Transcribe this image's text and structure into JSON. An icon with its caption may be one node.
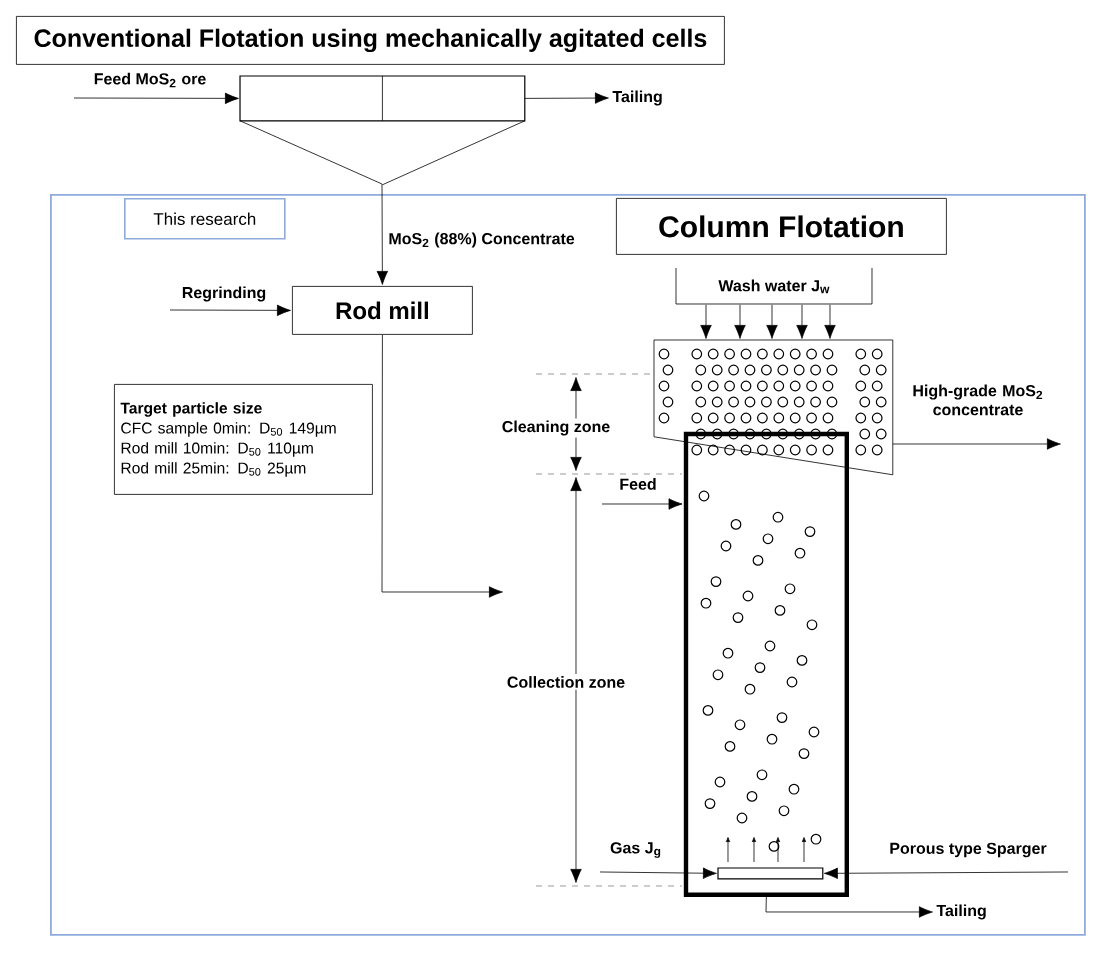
{
  "diagram": {
    "nodes": [
      {
        "text": [
          "Conventional Flotation using mechanically agitated cells"
        ]
      },
      {
        "text": [],
        "shape": "box"
      },
      {
        "text": [
          "Tailing"
        ]
      },
      {
        "text": [
          "This research"
        ]
      },
      {
        "text": [
          "Column Flotation"
        ],
        "in": 3
      },
      {
        "text": [
          "Rod mill"
        ],
        "in": 3
      },
      {
        "text": [
          "Target particle size",
          "CFC sample 0min: D$_{50}$ 149µm",
          "Rod mill 10min: D$_{50}$ 110µm",
          "Rod mill 25min: D$_{50}$ 25µm"
        ],
        "in": 3
      },
      {
        "text": [
          "Wash water J$_{w}$"
        ],
        "in": 3
      },
      {
        "text": [],
        "shape": "trapezoid",
        "in": 3
      },
      {
        "text": [],
        "shape": "box",
        "in": 3
      },
      {
        "text": [],
        "shape": "bar",
        "in": 9
      },
      {
        "text": [
          "Tailing"
        ],
        "in": 3
      }
    ],
    "edges": [
      {
        "from": null,
        "to": 1,
        "arrow": "to",
        "label": "Feed MoS$_{2}$ ore"
      },
      {
        "from": 1,
        "to": 2,
        "arrow": "to"
      },
      {
        "from": 1,
        "to": 5,
        "arrow": "to",
        "label": "MoS$_{2}$ (88%) Concentrate"
      },
      {
        "from": null,
        "to": 5,
        "arrow": "to",
        "label": "Regrinding"
      },
      {
        "from": 5,
        "to": null,
        "arrow": "to"
      },
      {
        "from": 7,
        "to": 8,
        "arrow": "to"
      },
      {
        "from": 7,
        "to": 8,
        "arrow": "to"
      },
      {
        "from": 7,
        "to": 8,
        "arrow": "to"
      },
      {
        "from": 7,
        "to": 8,
        "arrow": "to"
      },
      {
        "from": 7,
        "to": 8,
        "arrow": "to"
      },
      {
        "from": 8,
        "to": null,
        "arrow": "to",
        "label": "High-grade MoS$_{2}$ concentrate"
      },
      {
        "from": null,
        "to": 9,
        "arrow": "to",
        "label": "Feed"
      },
      {
        "from": null,
        "to": 10,
        "arrow": "to",
        "label": "Gas J$_{g}$"
      },
      {
        "from": null,
        "to": 10,
        "arrow": "to",
        "label": "Porous type Sparger"
      },
      {
        "from": 9,
        "to": 11,
        "arrow": "to"
      }
    ],
    "labels": [
      "Cleaning zone",
      "Collection zone"
    ]
  }
}
